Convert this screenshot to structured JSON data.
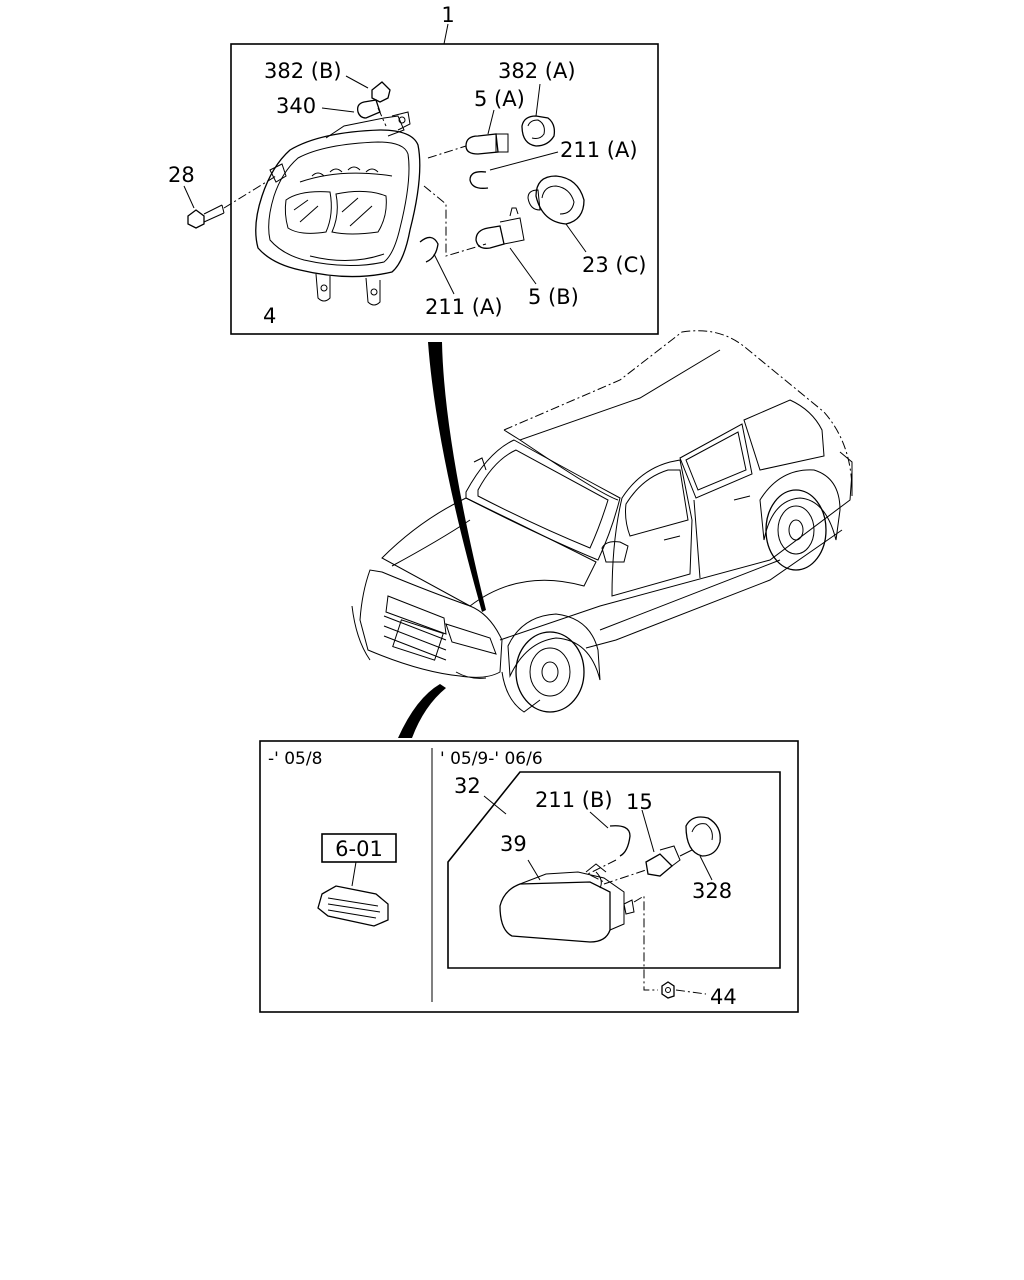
{
  "callouts": {
    "assembly": "1",
    "bolt": "28",
    "lamp_body": "4",
    "socket_b": "382 (B)",
    "bulb_small": "340",
    "bulb_a": "5 (A)",
    "socket_a": "382 (A)",
    "clip_upper": "211 (A)",
    "clip_lower": "211 (A)",
    "cap": "23 (C)",
    "bulb_b": "5 (B)",
    "fog_assembly": "32",
    "fog_lamp": "39",
    "fog_clip": "211 (B)",
    "fog_bulb": "15",
    "fog_socket": "328",
    "nut": "44",
    "ref_box": "6-01"
  },
  "panels": {
    "left_period": "-' 05/8",
    "right_period": "' 05/9-' 06/6"
  }
}
